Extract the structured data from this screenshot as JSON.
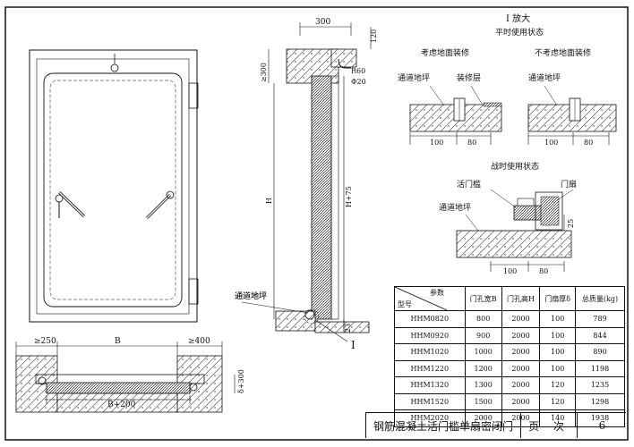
{
  "front": {
    "label_ground": "通道地坪"
  },
  "plan": {
    "dim_left": "≥250",
    "dim_b": "B",
    "dim_right": "≥400",
    "dim_b200": "B+200",
    "dim_side": "δ+300"
  },
  "section": {
    "dim_300": "300",
    "dim_top": "≥300",
    "dim_120": "120",
    "dim_h": "H",
    "dim_h75": "H+75",
    "dim_r60": "R60",
    "dim_d20": "Φ20",
    "dim_23": "23",
    "label_ground": "通道地坪",
    "marker_i": "I"
  },
  "detail_peace": {
    "title": "I 放大",
    "subtitle": "平时使用状态",
    "with_finish": "考虑地面装修",
    "without_finish": "不考虑地面装修",
    "ground_a": "通道地坪",
    "finish_layer": "装修层",
    "ground_b": "通道地坪",
    "dim_100a": "100",
    "dim_80a": "80",
    "dim_100b": "100",
    "dim_80b": "80"
  },
  "detail_war": {
    "title": "战时使用状态",
    "sill": "活门槛",
    "leaf": "门扇",
    "ground": "通道地坪",
    "dim_25": "25",
    "dim_100": "100",
    "dim_80": "80"
  },
  "spec_table": {
    "header_param": "参数",
    "header_model": "型号",
    "columns": [
      "门孔宽B",
      "门孔高H",
      "门扇厚δ",
      "总质量(kg)"
    ],
    "rows": [
      {
        "model": "HHM0820",
        "b": "800",
        "h": "2000",
        "d": "100",
        "mass": "789"
      },
      {
        "model": "HHM0920",
        "b": "900",
        "h": "2000",
        "d": "100",
        "mass": "844"
      },
      {
        "model": "HHM1020",
        "b": "1000",
        "h": "2000",
        "d": "100",
        "mass": "890"
      },
      {
        "model": "HHM1220",
        "b": "1200",
        "h": "2000",
        "d": "100",
        "mass": "1198"
      },
      {
        "model": "HHM1320",
        "b": "1300",
        "h": "2000",
        "d": "120",
        "mass": "1235"
      },
      {
        "model": "HHM1520",
        "b": "1500",
        "h": "2000",
        "d": "120",
        "mass": "1298"
      },
      {
        "model": "HHM2020",
        "b": "2000",
        "h": "2000",
        "d": "140",
        "mass": "1938"
      }
    ]
  },
  "title_block": {
    "title": "钢筋混凝土活门槛单扇密闭门",
    "page_label": "页 次",
    "page_number": "6"
  }
}
